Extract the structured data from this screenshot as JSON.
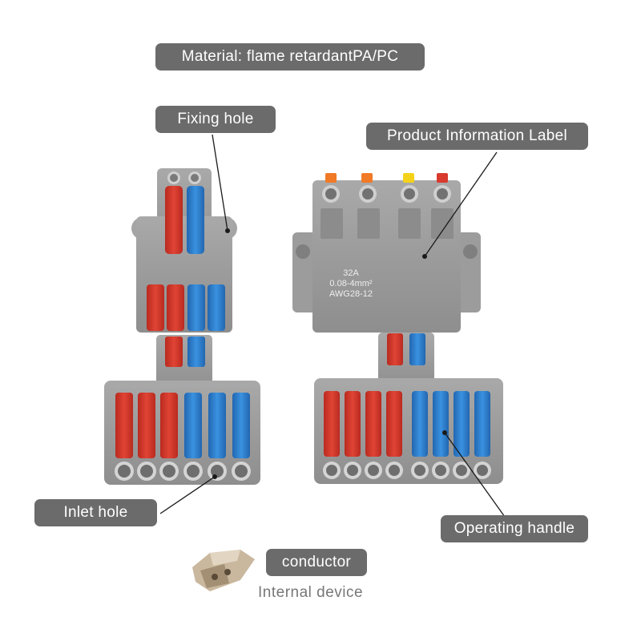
{
  "labels": {
    "material": "Material: flame retardantPA/PC",
    "fixing_hole": "Fixing hole",
    "product_label": "Product Information Label",
    "inlet_hole": "Inlet hole",
    "operating_handle": "Operating handle",
    "conductor": "conductor",
    "internal_device": "Internal device"
  },
  "product_label_text": {
    "current": "32A",
    "range": "0.08-4mm²",
    "awg": "AWG28-12"
  },
  "colors": {
    "tag_bg": "#6b6b6b",
    "housing": "#9a9a9a",
    "red": "#d83a2e",
    "blue": "#2f86d6",
    "orange": "#f07a26",
    "yellow": "#f4d21a"
  }
}
